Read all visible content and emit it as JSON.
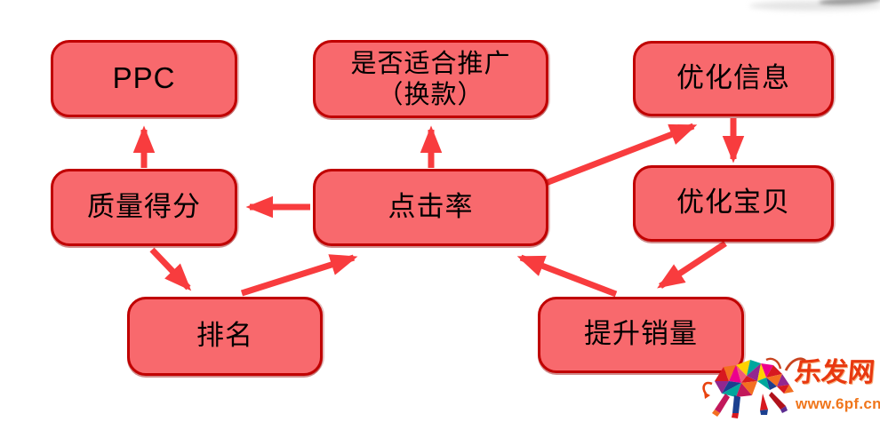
{
  "canvas": {
    "background": "#ffffff"
  },
  "colors": {
    "node_fill": "#F8696D",
    "node_border": "#C00000",
    "arrow": "#F83C3E",
    "node_text": "#000000",
    "watermark_name": "#E8380F",
    "watermark_url": "#F0761C"
  },
  "diagram": {
    "nodes": [
      {
        "id": "ppc",
        "label": "PPC"
      },
      {
        "id": "suitable",
        "label": "是否适合推广\n（换款）"
      },
      {
        "id": "optimize-info",
        "label": "优化信息"
      },
      {
        "id": "quality-score",
        "label": "质量得分"
      },
      {
        "id": "click-rate",
        "label": "点击率"
      },
      {
        "id": "optimize-product",
        "label": "优化宝贝"
      },
      {
        "id": "ranking",
        "label": "排名"
      },
      {
        "id": "boost-sales",
        "label": "提升销量"
      }
    ],
    "edges": [
      {
        "from": "quality-score",
        "to": "ppc"
      },
      {
        "from": "click-rate",
        "to": "suitable"
      },
      {
        "from": "click-rate",
        "to": "quality-score"
      },
      {
        "from": "click-rate",
        "to": "optimize-info"
      },
      {
        "from": "optimize-info",
        "to": "optimize-product"
      },
      {
        "from": "optimize-product",
        "to": "boost-sales"
      },
      {
        "from": "boost-sales",
        "to": "click-rate"
      },
      {
        "from": "ranking",
        "to": "click-rate"
      },
      {
        "from": "quality-score",
        "to": "ranking"
      }
    ]
  },
  "watermark": {
    "logo": "bull-logo",
    "site_name": "乐发网",
    "site_url": "www.6pf.cn"
  }
}
